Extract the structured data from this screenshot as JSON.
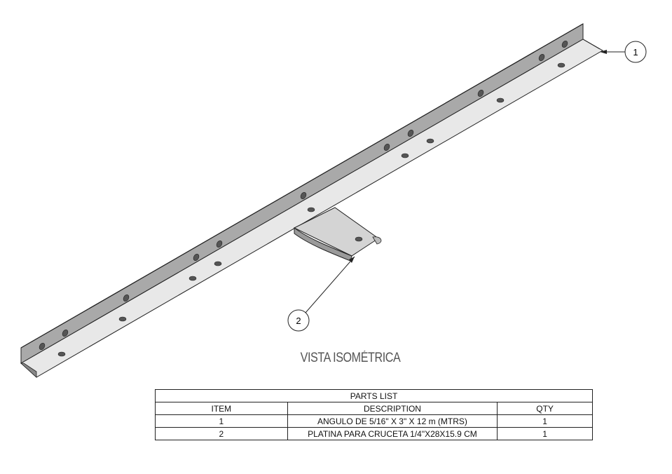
{
  "drawing": {
    "view_title": "VISTA ISOMÉTRICA",
    "balloons": [
      {
        "label": "1"
      },
      {
        "label": "2"
      }
    ]
  },
  "parts_list": {
    "title": "PARTS LIST",
    "headers": [
      "ITEM",
      "DESCRIPTION",
      "QTY"
    ],
    "rows": [
      {
        "item": "1",
        "description": "ANGULO DE 5/16\" X 3\" X 12 m (MTRS)",
        "qty": "1"
      },
      {
        "item": "2",
        "description": "PLATINA PARA CRUCETA 1/4\"X28X15.9 CM",
        "qty": "1"
      }
    ]
  }
}
